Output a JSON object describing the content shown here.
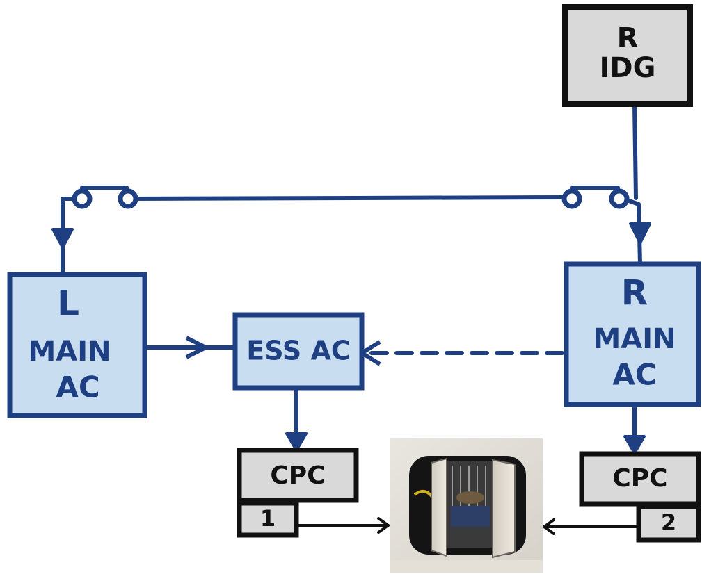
{
  "nodes": {
    "r_idg": {
      "line1": "R",
      "line2": "IDG"
    },
    "l_main_ac": {
      "line1": "L",
      "line2": "MAIN",
      "line3": "AC"
    },
    "r_main_ac": {
      "line1": "R",
      "line2": "MAIN",
      "line3": "AC"
    },
    "ess_ac": {
      "label": "ESS AC"
    },
    "cpc_left": {
      "label": "CPC",
      "index": "1"
    },
    "cpc_right": {
      "label": "CPC",
      "index": "2"
    }
  },
  "colors": {
    "wire": "#1e3f82",
    "box_blue_fill": "#c9ddf1",
    "box_gray_fill": "#d9d9d9",
    "outline_dark": "#111111",
    "thin_wire": "#111111"
  },
  "icons": {
    "breaker_left": "circuit-breaker-icon",
    "breaker_right": "circuit-breaker-icon",
    "panel_photo": "open-electrical-panel-photo"
  }
}
